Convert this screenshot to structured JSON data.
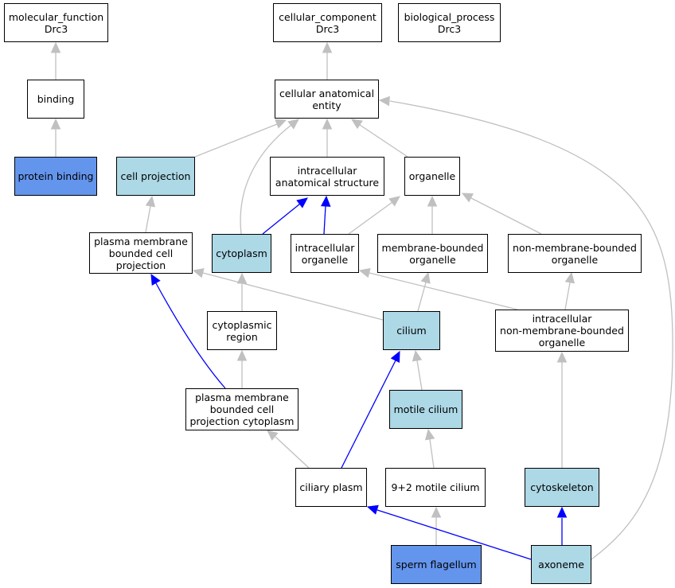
{
  "colors": {
    "plain": "#ffffff",
    "light": "#add8e6",
    "blue": "#6495ed",
    "edge_gray": "#c0c0c0",
    "edge_blue": "#0000ff"
  },
  "nodes": {
    "mf": "molecular_function\nDrc3",
    "cc": "cellular_component\nDrc3",
    "bp": "biological_process\nDrc3",
    "binding": "binding",
    "cae": "cellular anatomical\nentity",
    "pb": "protein binding",
    "cp": "cell projection",
    "ias": "intracellular\nanatomical structure",
    "org": "organelle",
    "pmbcp": "plasma membrane\nbounded cell\nprojection",
    "cyto": "cytoplasm",
    "io": "intracellular\norganelle",
    "mbo": "membrane-bounded\norganelle",
    "nmbo": "non-membrane-bounded\norganelle",
    "cr": "cytoplasmic\nregion",
    "cil": "cilium",
    "inmbo": "intracellular\nnon-membrane-bounded\norganelle",
    "pmbcpc": "plasma membrane\nbounded cell\nprojection cytoplasm",
    "mc": "motile cilium",
    "cpl": "ciliary plasm",
    "m92": "9+2 motile cilium",
    "csk": "cytoskeleton",
    "sf": "sperm flagellum",
    "axo": "axoneme"
  }
}
